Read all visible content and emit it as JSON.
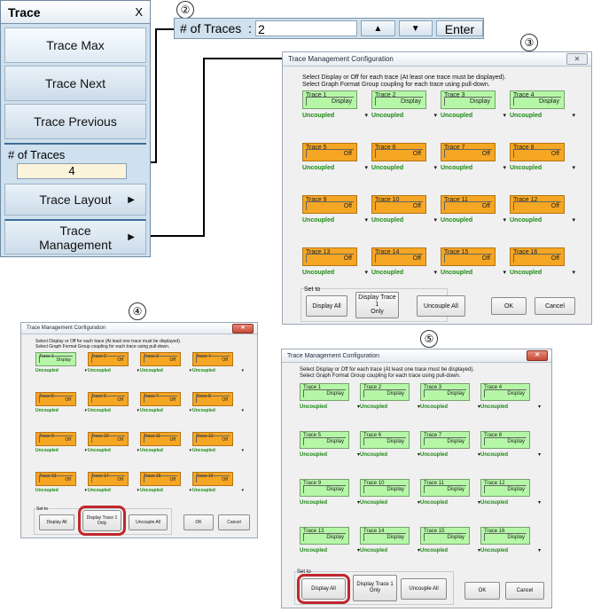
{
  "callouts": {
    "c2": "②",
    "c3": "③",
    "c4": "④",
    "c5": "⑤"
  },
  "trace_menu": {
    "title": "Trace",
    "close": "X",
    "items": {
      "trace_max": "Trace Max",
      "trace_next": "Trace Next",
      "trace_previous": "Trace Previous",
      "num_traces_label": "# of Traces",
      "num_traces_value": "4",
      "trace_layout": "Trace Layout",
      "trace_management_line1": "Trace",
      "trace_management_line2": "Management"
    },
    "arrow": "▶"
  },
  "traces_bar": {
    "label": "# of Traces  :",
    "value": "2",
    "up": "▲",
    "down": "▼",
    "enter": "Enter"
  },
  "dialog": {
    "title": "Trace Management Configuration",
    "instruction1": "Select Display or Off for each trace (At least one trace must be displayed).",
    "instruction2": "Select Graph Format Group coupling for each trace using pull-down.",
    "coupling": "Uncoupled",
    "dropdown": "▾",
    "display": "Display",
    "off": "Off",
    "set_to": "Set to",
    "display_all": "Display All",
    "display_trace1_l1": "Display Trace 1",
    "display_trace1_l2": "Only",
    "uncouple_all": "Uncouple All",
    "ok": "OK",
    "cancel": "Cancel",
    "close_x": "✕"
  },
  "traces": [
    "Trace 1",
    "Trace 2",
    "Trace 3",
    "Trace 4",
    "Trace 5",
    "Trace 6",
    "Trace 7",
    "Trace 8",
    "Trace 9",
    "Trace 10",
    "Trace 11",
    "Trace 12",
    "Trace 13",
    "Trace 14",
    "Trace 15",
    "Trace 16"
  ],
  "dialog3_states": [
    "Display",
    "Display",
    "Display",
    "Display",
    "Off",
    "Off",
    "Off",
    "Off",
    "Off",
    "Off",
    "Off",
    "Off",
    "Off",
    "Off",
    "Off",
    "Off"
  ],
  "dialog4_states": [
    "Display",
    "Off",
    "Off",
    "Off",
    "Off",
    "Off",
    "Off",
    "Off",
    "Off",
    "Off",
    "Off",
    "Off",
    "Off",
    "Off",
    "Off",
    "Off"
  ],
  "dialog5_states": [
    "Display",
    "Display",
    "Display",
    "Display",
    "Display",
    "Display",
    "Display",
    "Display",
    "Display",
    "Display",
    "Display",
    "Display",
    "Display",
    "Display",
    "Display",
    "Display"
  ],
  "colors": {
    "display_green": "#b5f7a7",
    "off_orange": "#f5a623",
    "coupling_green": "#1a8a12",
    "highlight_red": "#c1272d"
  }
}
